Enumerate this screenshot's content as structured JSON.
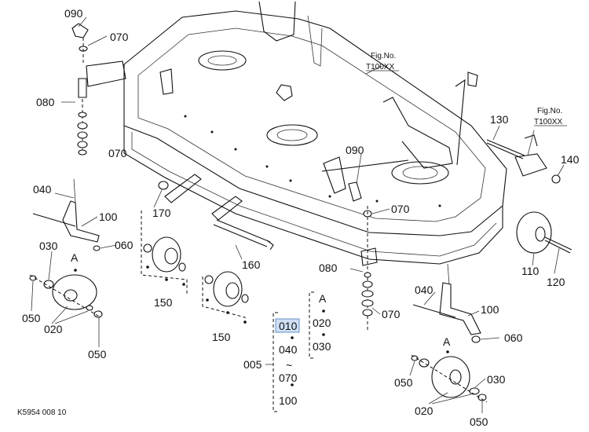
{
  "figure": {
    "code": "K5954 008 10",
    "fig_ref_a": {
      "line1": "Fig.No.",
      "line2": "T100XX"
    },
    "fig_ref_b": {
      "line1": "Fig.No.",
      "line2": "T100XX"
    }
  },
  "callouts": {
    "c090_top": "090",
    "c070_top": "070",
    "c080_left": "080",
    "c070_left": "070",
    "c040_left": "040",
    "c100_left": "100",
    "c030_left": "030",
    "cA_left": "A",
    "c060_left": "060",
    "c050_left": "050",
    "c020_left": "020",
    "c050_left_b": "050",
    "c170": "170",
    "c150_a": "150",
    "c150_b": "150",
    "c160": "160",
    "c090_mid": "090",
    "c070_mid": "070",
    "c080_mid": "080",
    "c070_mid_b": "070",
    "c130": "130",
    "c140": "140",
    "c110": "110",
    "c120": "120",
    "c040_right": "040",
    "c100_right": "100",
    "cA_right": "A",
    "c060_right": "060",
    "c050_right": "050",
    "c030_right": "030",
    "c020_right": "020",
    "c050_right_b": "050"
  },
  "kit_a": {
    "head": "A",
    "items": [
      "020",
      "030"
    ]
  },
  "kit_005": {
    "label": "005",
    "items": [
      "010",
      "040",
      "070",
      "100"
    ],
    "range_mark": "~",
    "selected": "010"
  }
}
